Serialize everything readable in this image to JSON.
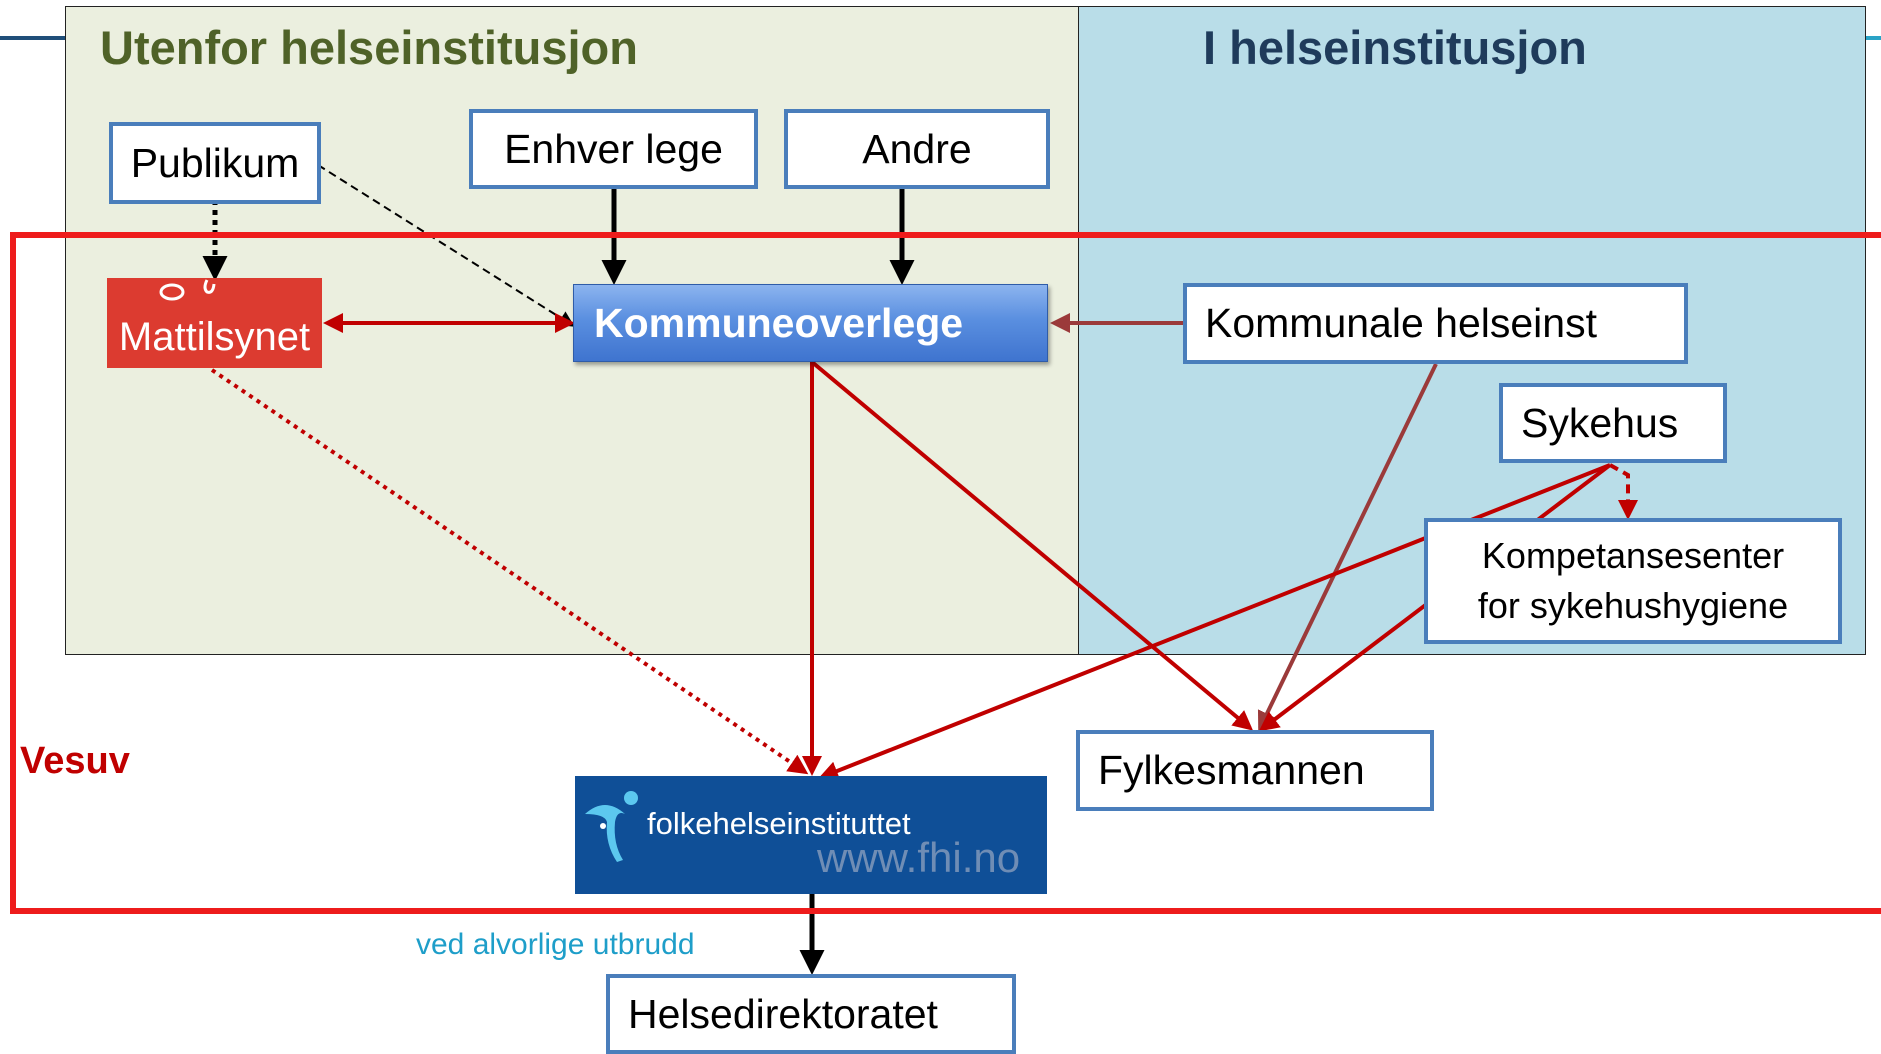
{
  "regions": {
    "outside": {
      "title": "Utenfor helseinstitusjon",
      "color": "#ebefdf",
      "title_color": "#4f6228"
    },
    "inside": {
      "title": "I helseinstitusjon",
      "color": "#b9dde8",
      "title_color": "#1f3b5b"
    }
  },
  "nodes": {
    "publikum": "Publikum",
    "enhver_lege": "Enhver lege",
    "andre": "Andre",
    "mattilsynet": "Mattilsynet",
    "kommuneoverlege": "Kommuneoverlege",
    "kommunale": "Kommunale helseinst",
    "sykehus": "Sykehus",
    "kompetanse_line1": "Kompetansesenter",
    "kompetanse_line2": "for sykehushygiene",
    "fylkesmannen": "Fylkesmannen",
    "fhi_name": "folkehelseinstituttet",
    "fhi_web": "www.fhi.no",
    "helsedirektoratet": "Helsedirektoratet"
  },
  "labels": {
    "vesuv": "Vesuv",
    "severe_outbreaks": "ved alvorlige utbrudd"
  },
  "colors": {
    "node_border": "#4a7ebb",
    "vesuv_frame": "#ee1c1c",
    "arrow_red": "#c00000",
    "arrow_brown": "#9b3a3a",
    "mattilsynet": "#dc3b30",
    "fhi": "#0f4f97",
    "note": "#1e9ec9"
  }
}
